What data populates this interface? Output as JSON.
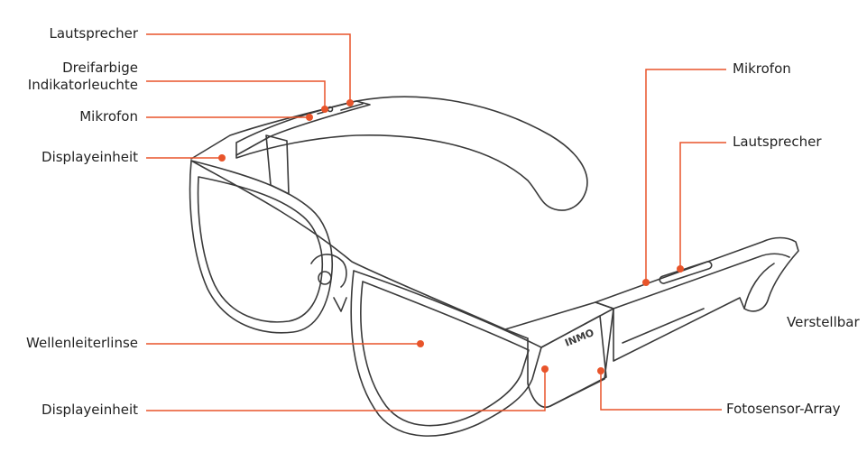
{
  "colors": {
    "callout": "#e8542a",
    "outline": "#3a3a3a",
    "text": "#222222"
  },
  "labels": {
    "left_speaker": "Lautsprecher",
    "indicator_line1": "Dreifarbige",
    "indicator_line2": "Indikatorleuchte",
    "left_mic": "Mikrofon",
    "display_top": "Displayeinheit",
    "waveguide": "Wellenleiterlinse",
    "display_bottom": "Displayeinheit",
    "right_mic": "Mikrofon",
    "right_speaker": "Lautsprecher",
    "adjustable": "Verstellbar",
    "photosensor": "Fotosensor-Array"
  },
  "brand_logo": "INMO"
}
